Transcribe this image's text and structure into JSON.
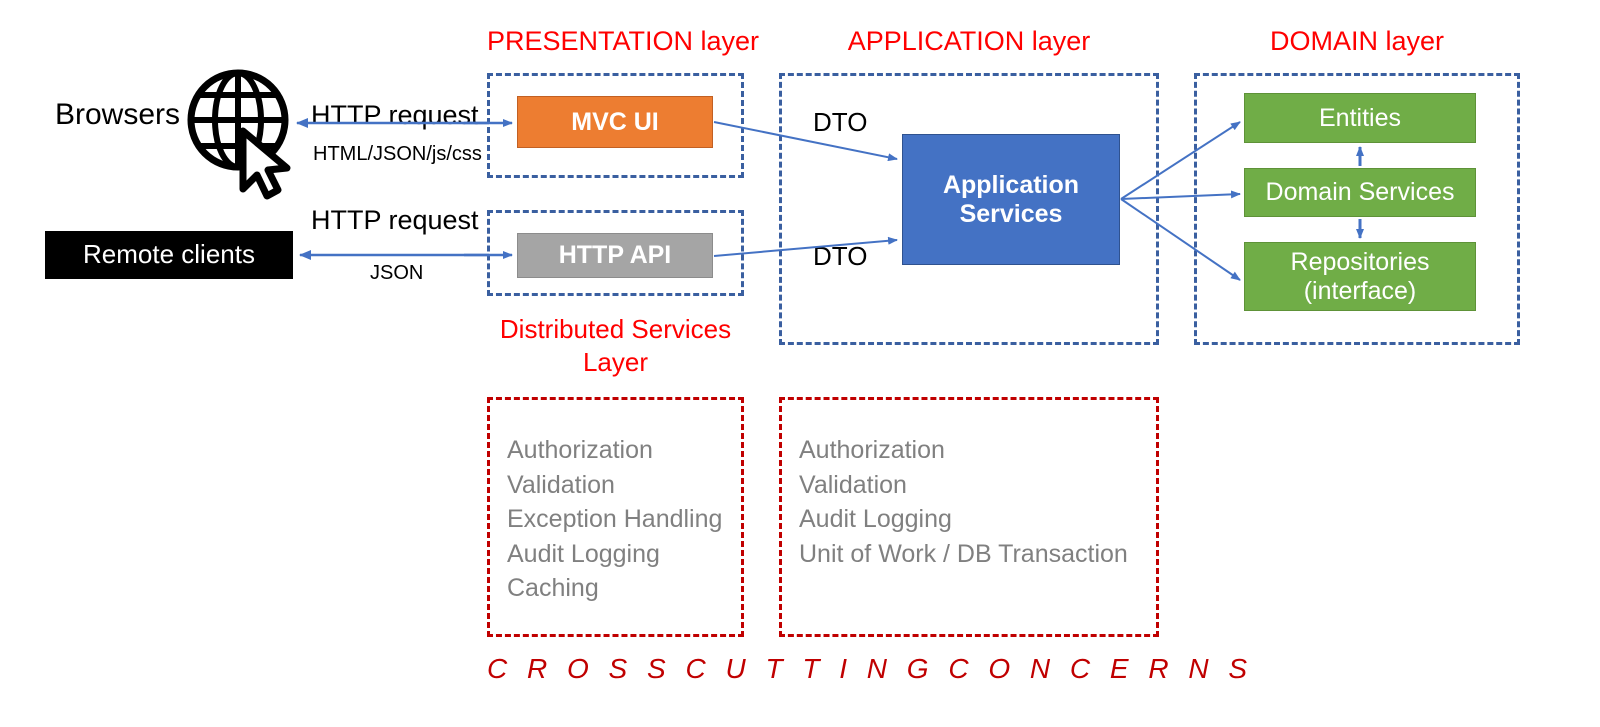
{
  "diagram": {
    "title": "Layered application architecture",
    "colors": {
      "layer_title": "#FF0000",
      "layer_border": "#3A5FA0",
      "crosscut_border": "#C00000",
      "presentation_box": "#ED7D31",
      "api_box": "#A5A5A5",
      "application_box": "#4472C4",
      "domain_box": "#70AD47",
      "client_box": "#000000",
      "arrow": "#4472C4",
      "crosscut_text": "#808080"
    },
    "layers": [
      {
        "id": "presentation",
        "label": "PRESENTATION layer"
      },
      {
        "id": "application",
        "label": "APPLICATION layer"
      },
      {
        "id": "domain",
        "label": "DOMAIN layer"
      }
    ],
    "sub_labels": {
      "distributed_services": "Distributed Services\nLayer"
    },
    "clients": [
      {
        "id": "browsers",
        "label": "Browsers",
        "icon": "globe-cursor-icon"
      },
      {
        "id": "remote-clients",
        "label": "Remote clients",
        "icon": "black-box"
      }
    ],
    "components": {
      "mvc_ui": "MVC UI",
      "http_api": "HTTP API",
      "application_services": "Application\nServices",
      "application_services_line1": "Application",
      "application_services_line2": "Services",
      "entities": "Entities",
      "domain_services": "Domain Services",
      "repositories": "Repositories\n(interface)",
      "repositories_line1": "Repositories",
      "repositories_line2": "(interface)"
    },
    "edge_labels": {
      "http_request_top": "HTTP request",
      "response_top": "HTML/JSON/js/css",
      "http_request_bottom": "HTTP request",
      "response_bottom": "JSON",
      "dto_top": "DTO",
      "dto_bottom": "DTO"
    },
    "cross_cutting": {
      "footer": "C R O S S    C U T T I N G    C O N C E R N S",
      "presentation_concerns": [
        "Authorization",
        "Validation",
        "Exception Handling",
        "Audit Logging",
        "Caching"
      ],
      "application_concerns": [
        "Authorization",
        "Validation",
        "Audit Logging",
        "Unit of Work / DB Transaction"
      ]
    }
  }
}
